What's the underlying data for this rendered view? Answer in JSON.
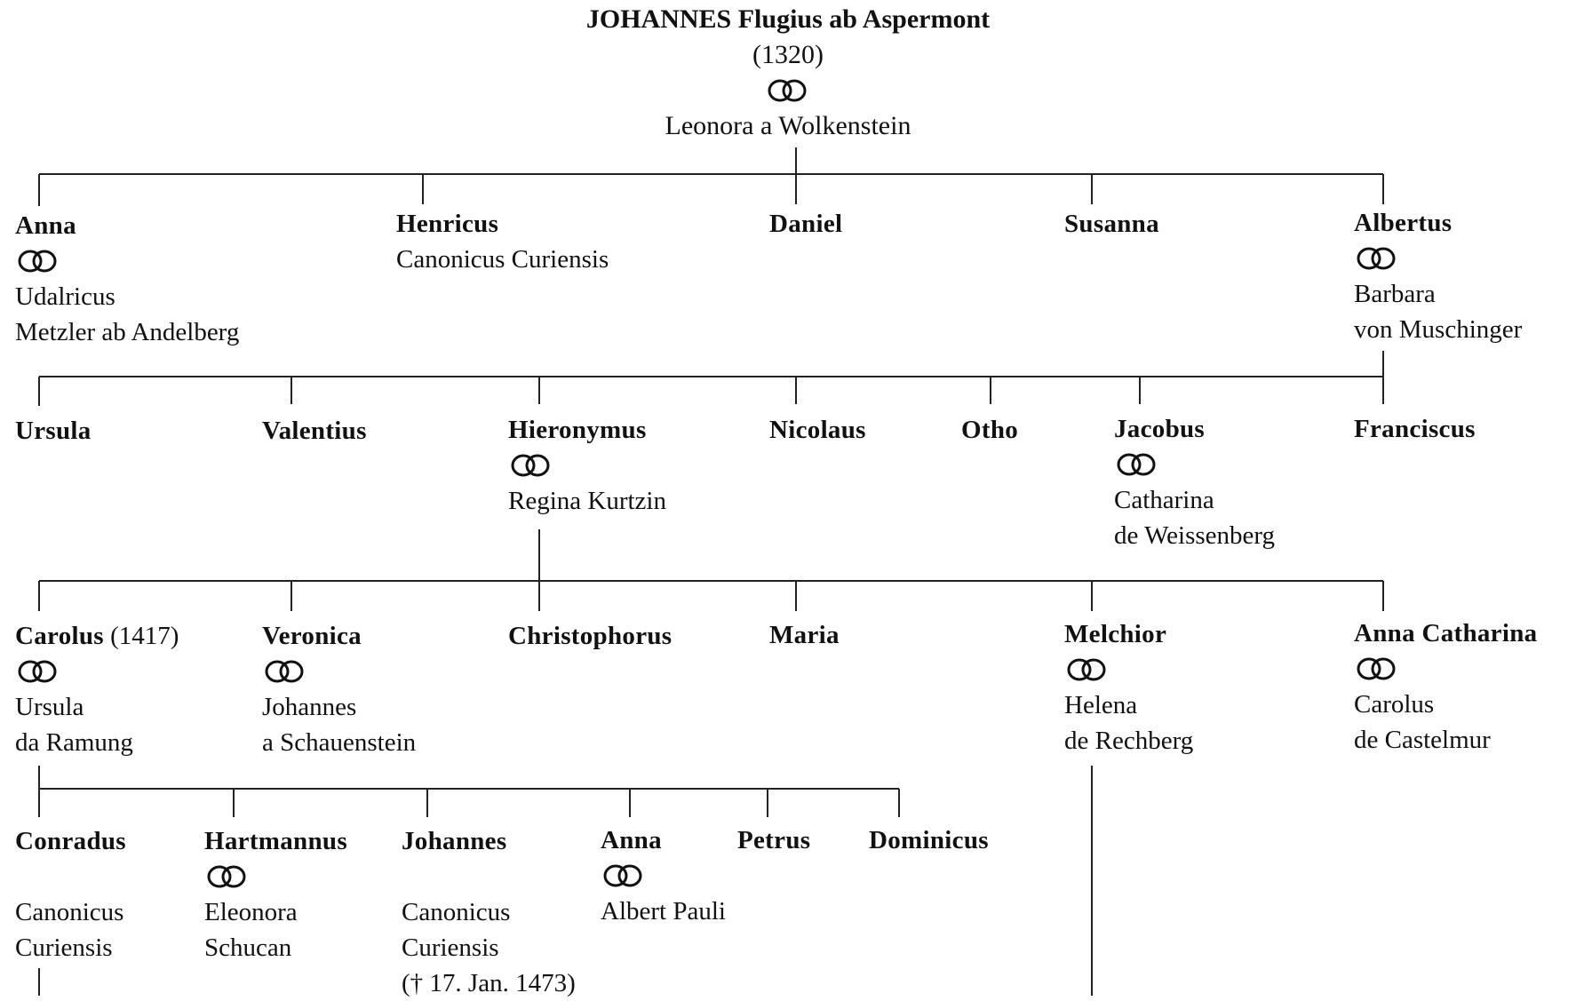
{
  "root": {
    "name": "JOHANNES Flugius ab Aspermont",
    "year": "(1320)",
    "spouse": "Leonora a Wolkenstein"
  },
  "gen1": {
    "anna": {
      "name": "Anna",
      "spouse_line1": "Udalricus",
      "spouse_line2": "Metzler ab Andelberg"
    },
    "henricus": {
      "name": "Henricus",
      "note": "Canonicus Curiensis"
    },
    "daniel": {
      "name": "Daniel"
    },
    "susanna": {
      "name": "Susanna"
    },
    "albertus": {
      "name": "Albertus",
      "spouse_line1": "Barbara",
      "spouse_line2": "von Muschinger"
    }
  },
  "gen2": {
    "ursula": {
      "name": "Ursula"
    },
    "valentius": {
      "name": "Valentius"
    },
    "hieronymus": {
      "name": "Hieronymus",
      "spouse": "Regina Kurtzin"
    },
    "nicolaus": {
      "name": "Nicolaus"
    },
    "otho": {
      "name": "Otho"
    },
    "jacobus": {
      "name": "Jacobus",
      "spouse_line1": "Catharina",
      "spouse_line2": "de Weissenberg"
    },
    "franciscus": {
      "name": "Franciscus"
    }
  },
  "gen3": {
    "carolus": {
      "name": "Carolus",
      "year": "(1417)",
      "spouse_line1": "Ursula",
      "spouse_line2": "da Ramung"
    },
    "veronica": {
      "name": "Veronica",
      "spouse_line1": "Johannes",
      "spouse_line2": "a Schauenstein"
    },
    "christophorus": {
      "name": "Christophorus"
    },
    "maria": {
      "name": "Maria"
    },
    "melchior": {
      "name": "Melchior",
      "spouse_line1": "Helena",
      "spouse_line2": "de Rechberg"
    },
    "anna_catharina": {
      "name": "Anna Catharina",
      "spouse_line1": "Carolus",
      "spouse_line2": "de Castelmur"
    }
  },
  "gen4": {
    "conradus": {
      "name": "Conradus",
      "note_line1": "Canonicus",
      "note_line2": "Curiensis"
    },
    "hartmannus": {
      "name": "Hartmannus",
      "spouse_line1": "Eleonora",
      "spouse_line2": "Schucan"
    },
    "johannes": {
      "name": "Johannes",
      "note_line1": "Canonicus",
      "note_line2": "Curiensis",
      "note_line3": "(† 17. Jan. 1473)"
    },
    "anna": {
      "name": "Anna",
      "spouse": "Albert Pauli"
    },
    "petrus": {
      "name": "Petrus"
    },
    "dominicus": {
      "name": "Dominicus"
    }
  },
  "marriage_symbol": "rings-icon"
}
